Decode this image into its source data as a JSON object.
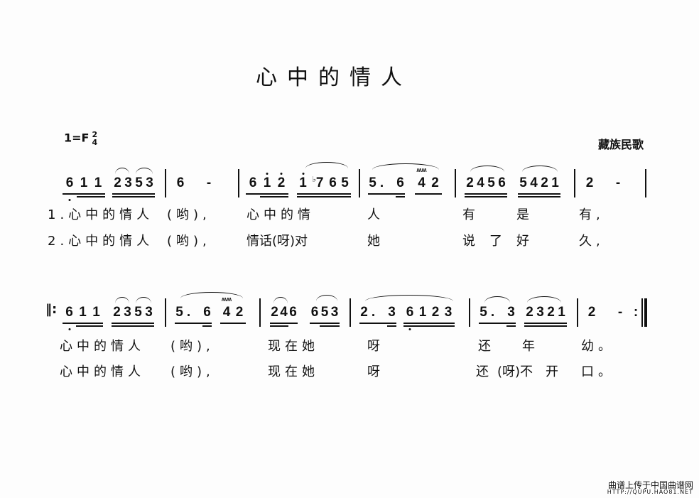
{
  "title": "心中的情人",
  "key": "1=F",
  "time_top": "2",
  "time_bottom": "4",
  "origin": "藏族民歌",
  "watermark": {
    "line1": "曲谱上传于中国曲谱网",
    "line2": "HTTP://QUPU.HAO81.NET"
  },
  "score": {
    "line1": [
      [
        {
          "n": "6",
          "u": 1,
          "lo": 1
        },
        {
          "n": "1",
          "u": 2
        },
        {
          "n": "1",
          "u": 2
        }
      ],
      [
        {
          "n": "2",
          "u": 2
        },
        {
          "n": "3",
          "u": 2
        },
        {
          "n": "5",
          "u": 2
        },
        {
          "n": "3",
          "u": 2
        }
      ],
      [
        {
          "n": "6"
        }
      ],
      [
        {
          "n": "-"
        }
      ],
      [
        {
          "n": "6",
          "u": 1
        },
        {
          "n": "1",
          "u": 2,
          "hi": 1
        },
        {
          "n": "2",
          "u": 2,
          "hi": 1
        }
      ],
      [
        {
          "n": "1",
          "u": 2,
          "hi": 1
        },
        {
          "n": "7",
          "u": 2,
          "flat": "♭"
        },
        {
          "n": "6",
          "u": 2
        },
        {
          "n": "5",
          "u": 2
        }
      ],
      [
        {
          "n": "5",
          "u": 1
        },
        {
          "n": ".",
          "u": 1
        },
        {
          "n": " ",
          "u": 1
        },
        {
          "n": "6",
          "u": 2
        }
      ],
      [
        {
          "n": "4",
          "u": 1,
          "trill": "ʍ"
        },
        {
          "n": "2",
          "u": 1
        }
      ],
      [
        {
          "n": "2",
          "u": 2
        },
        {
          "n": "4",
          "u": 2
        },
        {
          "n": "5",
          "u": 2
        },
        {
          "n": "6",
          "u": 2
        }
      ],
      [
        {
          "n": "5",
          "u": 2
        },
        {
          "n": "4",
          "u": 2
        },
        {
          "n": "2",
          "u": 2
        },
        {
          "n": "1",
          "u": 2
        }
      ],
      [
        {
          "n": "2"
        }
      ],
      [
        {
          "n": "-"
        }
      ]
    ],
    "line2": [
      [
        {
          "n": "6",
          "u": 1,
          "lo": 1
        },
        {
          "n": "1",
          "u": 2
        },
        {
          "n": "1",
          "u": 2
        }
      ],
      [
        {
          "n": "2",
          "u": 2
        },
        {
          "n": "3",
          "u": 2
        },
        {
          "n": "5",
          "u": 2
        },
        {
          "n": "3",
          "u": 2
        }
      ],
      [
        {
          "n": "5",
          "u": 1
        },
        {
          "n": ".",
          "u": 1
        },
        {
          "n": " ",
          "u": 1
        },
        {
          "n": "6",
          "u": 2
        }
      ],
      [
        {
          "n": "4",
          "u": 1,
          "trill": "ʍ"
        },
        {
          "n": "2",
          "u": 1
        }
      ],
      [
        {
          "n": "2",
          "u": 2
        },
        {
          "n": "4",
          "u": 2
        },
        {
          "n": "6",
          "u": 1
        }
      ],
      [
        {
          "n": "6",
          "u": 1
        },
        {
          "n": "5",
          "u": 2
        },
        {
          "n": "3",
          "u": 2
        }
      ],
      [
        {
          "n": "2",
          "u": 1
        },
        {
          "n": ".",
          "u": 1
        },
        {
          "n": " ",
          "u": 1
        },
        {
          "n": "3",
          "u": 2
        }
      ],
      [
        {
          "n": "6",
          "u": 2,
          "lo": 1
        },
        {
          "n": "1",
          "u": 2
        },
        {
          "n": "2",
          "u": 2
        },
        {
          "n": "3",
          "u": 2
        }
      ],
      [
        {
          "n": "5",
          "u": 1
        },
        {
          "n": ".",
          "u": 1
        },
        {
          "n": " ",
          "u": 1
        },
        {
          "n": "3",
          "u": 2
        }
      ],
      [
        {
          "n": "2",
          "u": 2
        },
        {
          "n": "3",
          "u": 2
        },
        {
          "n": "2",
          "u": 2
        },
        {
          "n": "1",
          "u": 2
        }
      ],
      [
        {
          "n": "2"
        }
      ],
      [
        {
          "n": "-"
        }
      ],
      [
        {
          "n": ":"
        }
      ]
    ]
  },
  "lyrics": {
    "v1": [
      "1.心中的情人",
      "(哟),",
      "心中的情",
      "人",
      "有",
      "是",
      "有,"
    ],
    "v2": [
      "2.心中的情人",
      "(哟),",
      "情话(呀)对",
      "她",
      "说",
      "了",
      "好",
      "久,"
    ],
    "v3": [
      "心中的情人",
      "(哟),",
      "现在她",
      "呀",
      "还",
      "年",
      "幼。"
    ],
    "v4": [
      "心中的情人",
      "(哟),",
      "现在她",
      "呀",
      "还",
      "(呀)不",
      "开",
      "口。"
    ]
  }
}
